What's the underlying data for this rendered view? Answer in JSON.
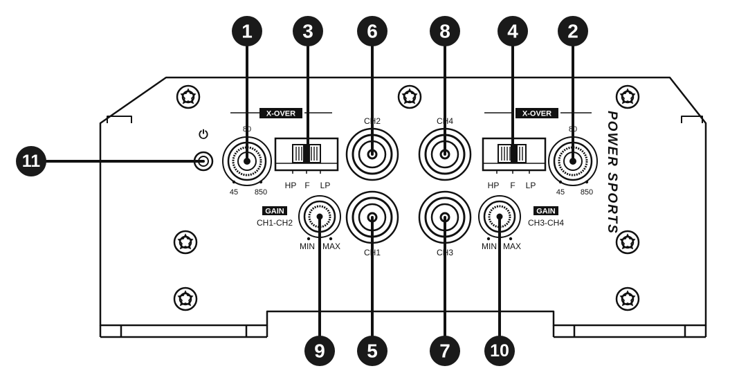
{
  "callouts": [
    "1",
    "2",
    "3",
    "4",
    "5",
    "6",
    "7",
    "8",
    "9",
    "10",
    "11"
  ],
  "panel": {
    "xover_label": "X-OVER",
    "xover_left": {
      "top": "80",
      "min": "45",
      "max": "850"
    },
    "xover_right": {
      "top": "80",
      "min": "45",
      "max": "850"
    },
    "filter_left": {
      "hp": "HP",
      "f": "F",
      "lp": "LP"
    },
    "filter_right": {
      "hp": "HP",
      "f": "F",
      "lp": "LP"
    },
    "gain_label": "GAIN",
    "gain_left": {
      "channels": "CH1-CH2",
      "min": "MIN",
      "max": "MAX"
    },
    "gain_right": {
      "channels": "CH3-CH4",
      "min": "MIN",
      "max": "MAX"
    },
    "rca": {
      "ch1": "CH1",
      "ch2": "CH2",
      "ch3": "CH3",
      "ch4": "CH4"
    },
    "power_symbol": "⏻",
    "brand": "POWER SPORTS"
  }
}
